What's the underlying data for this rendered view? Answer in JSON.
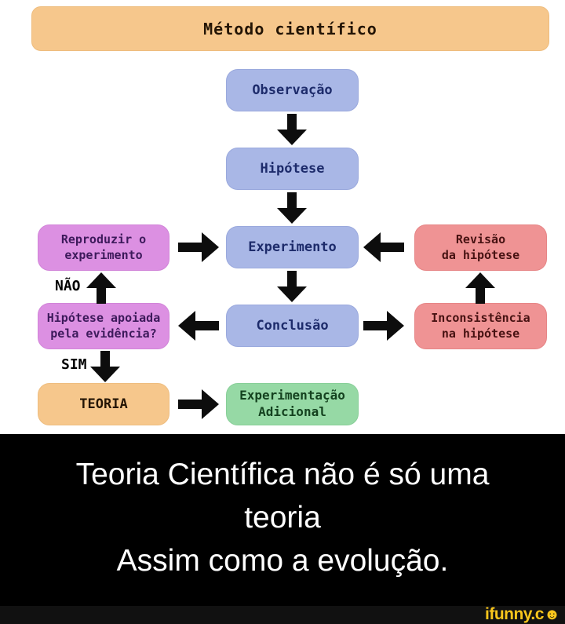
{
  "title": "Método científico",
  "flowchart": {
    "nodes": {
      "observacao": {
        "label": "Observação"
      },
      "hipotese": {
        "label": "Hipótese"
      },
      "experimento": {
        "label": "Experimento"
      },
      "conclusao": {
        "label": "Conclusão"
      },
      "experimentacao_adicional": {
        "label": "Experimentação\nAdicional"
      },
      "reproduzir_experimento": {
        "label": "Reproduzir o\nexperimento"
      },
      "hipotese_apoiada": {
        "label": "Hipótese apoiada\npela evidência?"
      },
      "teoria": {
        "label": "TEORIA"
      },
      "revisao_hipotese": {
        "label": "Revisão\nda hipótese"
      },
      "inconsistencia_hipotese": {
        "label": "Inconsistência\nna hipótese"
      }
    },
    "edge_labels": {
      "no": "NÃO",
      "yes": "SIM"
    }
  },
  "colors": {
    "banner_orange": "#f6c78c",
    "node_blue": "#a9b7e6",
    "node_purple": "#dc90e2",
    "node_red": "#ef9394",
    "node_green": "#96d9a5",
    "node_orange": "#f6c78c",
    "arrow_black": "#0d0d0d",
    "caption_background": "#000000",
    "caption_text": "#ffffff",
    "watermark_yellow": "#f8c51c"
  },
  "caption": {
    "lines": [
      "Teoria Científica não é só uma",
      "teoria",
      "Assim como a evolução."
    ]
  },
  "watermark": {
    "text": "ifunny.c",
    "smiley": "☻"
  }
}
